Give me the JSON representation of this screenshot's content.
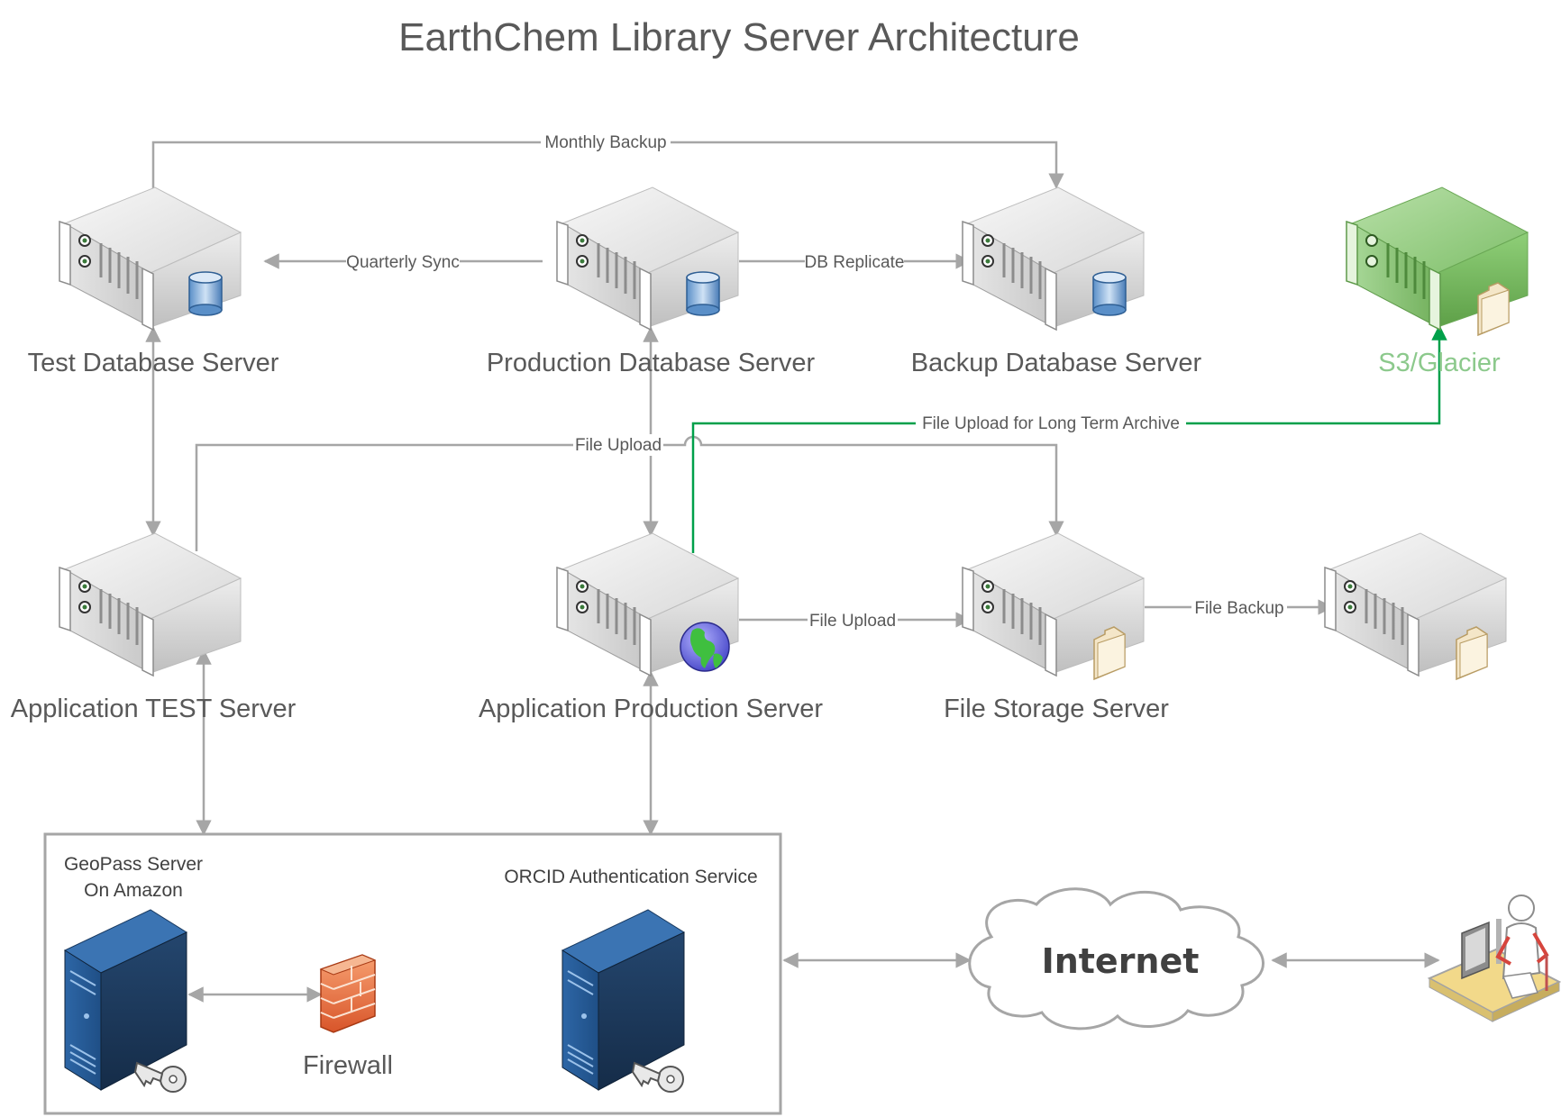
{
  "title": "EarthChem Library Server Architecture",
  "nodes": {
    "test_db": "Test Database Server",
    "prod_db": "Production Database Server",
    "backup_db": "Backup Database Server",
    "s3": "S3/Glacier",
    "app_test": "Application TEST Server",
    "app_prod": "Application Production Server",
    "file_storage": "File Storage Server",
    "geopass_line1": "GeoPass Server",
    "geopass_line2": "On Amazon",
    "orcid": "ORCID Authentication Service",
    "firewall": "Firewall",
    "internet": "Internet"
  },
  "edges": {
    "monthly_backup": "Monthly Backup",
    "quarterly_sync": "Quarterly Sync",
    "db_replicate": "DB Replicate",
    "file_upload_archive": "File Upload for Long Term Archive",
    "file_upload_top": "File Upload",
    "file_upload_mid": "File Upload",
    "file_backup": "File Backup"
  },
  "colors": {
    "edge": "#a6a6a6",
    "archive_edge": "#00a04a",
    "s3_label": "#8cc98c",
    "server_blue": "#2c5a8c"
  },
  "icons": [
    "rack-server-icon",
    "database-icon",
    "globe-icon",
    "folder-icon",
    "tower-server-icon",
    "key-icon",
    "firewall-icon",
    "cloud-icon",
    "user-workstation-icon"
  ]
}
